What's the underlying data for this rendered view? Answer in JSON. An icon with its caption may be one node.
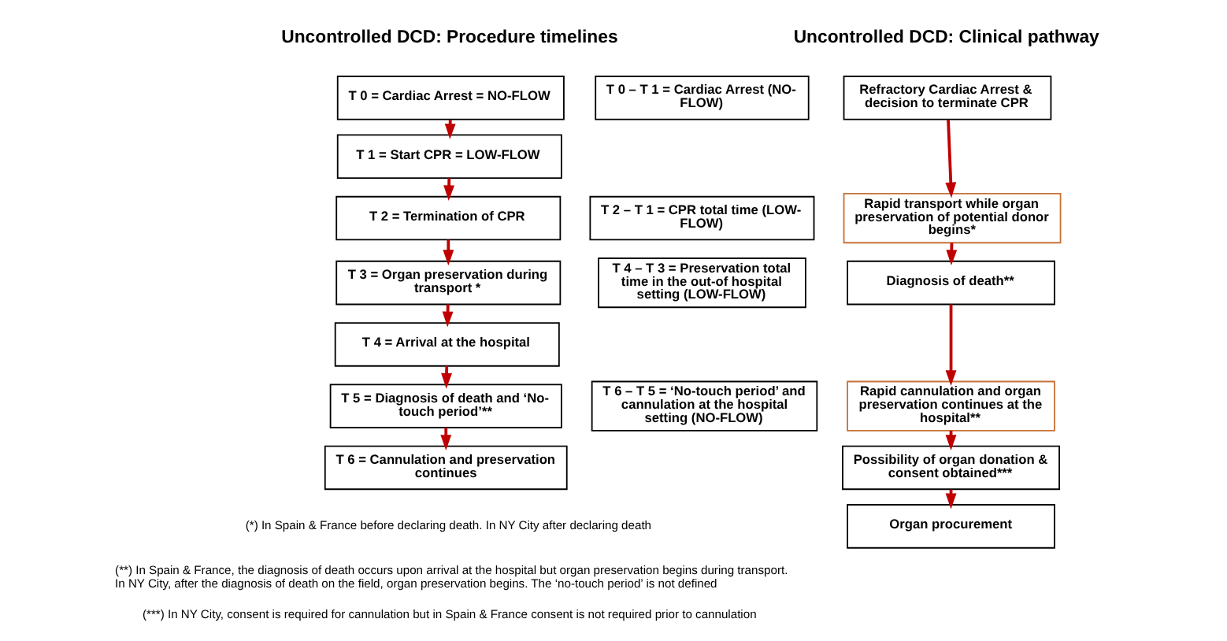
{
  "diagram": {
    "nodes": [
      {
        "text": [
          "T 0 = Cardiac Arrest = NO-FLOW"
        ]
      },
      {
        "text": [
          "T 1 = Start CPR = LOW-FLOW"
        ]
      },
      {
        "text": [
          "T 2 = Termination of CPR"
        ]
      },
      {
        "text": [
          "T 3 = Organ preservation during transport *"
        ]
      },
      {
        "text": [
          "T 4 = Arrival at the hospital"
        ]
      },
      {
        "text": [
          "T 5 = Diagnosis of death and ‘No-touch period’**"
        ]
      },
      {
        "text": [
          "T 6 = Cannulation and preservation continues"
        ]
      },
      {
        "text": [
          "T 0 – T 1 = Cardiac Arrest (NO-FLOW)"
        ]
      },
      {
        "text": [
          "T 2 – T 1 = CPR total time (LOW-FLOW)"
        ]
      },
      {
        "text": [
          "T 4 – T 3 = Preservation total time in the out-of hospital setting (LOW-FLOW)"
        ]
      },
      {
        "text": [
          "T 6 – T 5 = ‘No-touch period’ and cannulation at the hospital setting (NO-FLOW)"
        ]
      },
      {
        "text": [
          "Refractory Cardiac Arrest & decision to terminate CPR"
        ]
      },
      {
        "text": [
          "Rapid transport while organ preservation of potential donor begins*"
        ]
      },
      {
        "text": [
          "Diagnosis of death**"
        ]
      },
      {
        "text": [
          "Rapid cannulation and organ preservation continues at the hospital**"
        ]
      },
      {
        "text": [
          "Possibility of organ donation & consent obtained***"
        ]
      },
      {
        "text": [
          "Organ procurement"
        ]
      }
    ],
    "edges": [
      {
        "from": 0,
        "to": 1,
        "arrow": "to"
      },
      {
        "from": 1,
        "to": 2,
        "arrow": "to"
      },
      {
        "from": 2,
        "to": 3,
        "arrow": "to"
      },
      {
        "from": 3,
        "to": 4,
        "arrow": "to"
      },
      {
        "from": 4,
        "to": 5,
        "arrow": "to"
      },
      {
        "from": 5,
        "to": 6,
        "arrow": "to"
      },
      {
        "from": 11,
        "to": 12,
        "arrow": "to"
      },
      {
        "from": 12,
        "to": 13,
        "arrow": "to"
      },
      {
        "from": 13,
        "to": 14,
        "arrow": "to"
      },
      {
        "from": 14,
        "to": 15,
        "arrow": "to"
      },
      {
        "from": 15,
        "to": 16,
        "arrow": "to"
      }
    ],
    "labels": [
      "Uncontrolled DCD: Procedure timelines",
      "Uncontrolled DCD: Clinical pathway",
      "(*) In Spain & France before declaring death. In NY City after declaring death",
      "(**) In Spain & France, the diagnosis of death occurs upon arrival at the hospital but organ preservation begins during transport. In NY City, after the diagnosis of death on the field, organ preservation begins. The ‘no-touch period’ is not defined",
      "(***) In NY City, consent is required for cannulation but in Spain & France consent is not required prior to cannulation"
    ]
  }
}
